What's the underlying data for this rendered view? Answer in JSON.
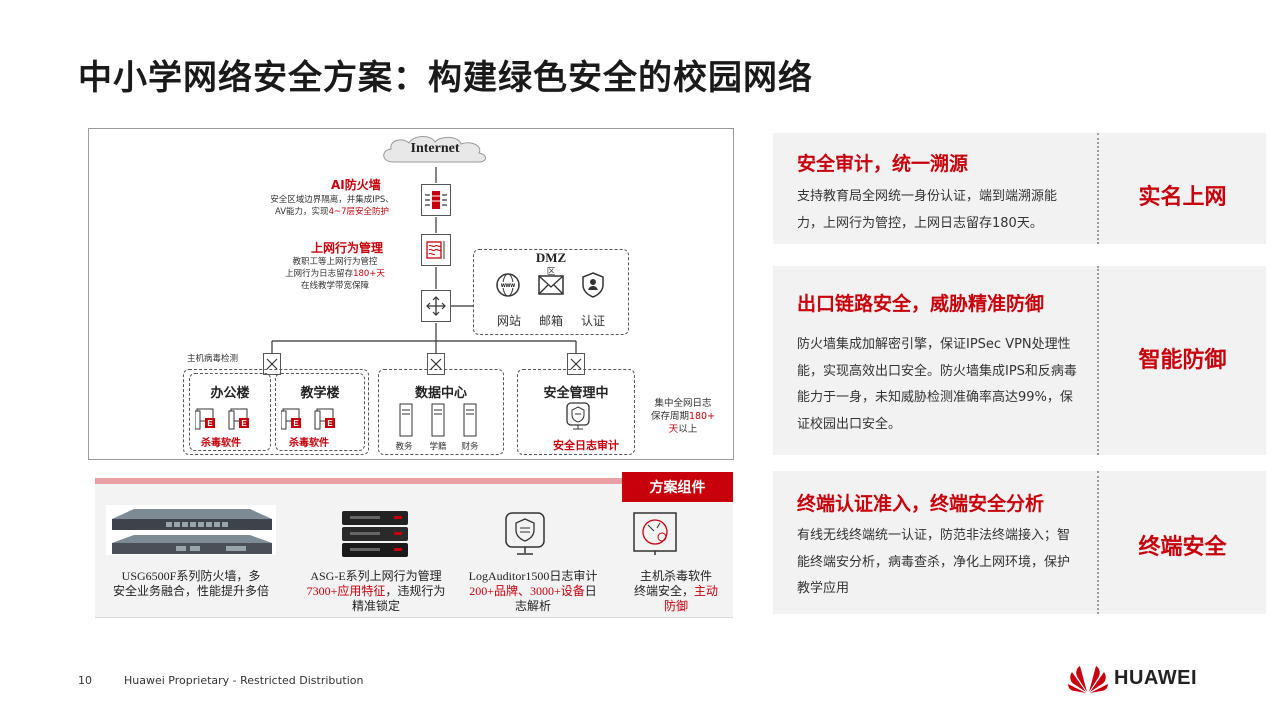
{
  "title": "中小学网络安全方案：构建绿色安全的校园网络",
  "diagram": {
    "internet": "Internet",
    "firewall": {
      "title": "AI防火墙",
      "line1": "安全区域边界隔离，并集成IPS、",
      "line2_a": "AV能力，实现",
      "line2_b": "4~7层安全防护"
    },
    "behavior": {
      "title": "上网行为管理",
      "line1": "教职工等上网行为管控",
      "line2_a": "上网行为日志留存",
      "line2_b": "180+天",
      "line3": "在线教学带宽保障"
    },
    "dmz": {
      "title": "DMZ",
      "subtitle": "区",
      "items": [
        "网站",
        "邮箱",
        "认证"
      ]
    },
    "host_detect": "主机病毒检测",
    "office": {
      "title": "办公楼",
      "av": "杀毒软件"
    },
    "teaching": {
      "title": "教学楼",
      "av": "杀毒软件"
    },
    "datacenter": {
      "title": "数据中心",
      "servers": [
        "教务",
        "学籍",
        "财务"
      ]
    },
    "secmgmt": {
      "title": "安全管理中",
      "log": "安全日志审计"
    },
    "log_note": {
      "line1": "集中全网日志",
      "line2_a": "保存周期",
      "line2_b": "180+",
      "line3_a": "天",
      "line3_b": "以上"
    }
  },
  "components": {
    "tab": "方案组件",
    "items": [
      {
        "line1": "USG6500F系列防火墙，多",
        "line2": "安全业务融合，性能提升多倍"
      },
      {
        "line1": "ASG-E系列上网行为管理",
        "line2_hl": "7300+应用特征",
        "line2": "，违规行为",
        "line3": "精准锁定"
      },
      {
        "line1": "LogAuditor1500日志审计",
        "line2_hl": "200+品牌、3000+设备",
        "line2": "日",
        "line3": "志解析"
      },
      {
        "line1": "主机杀毒软件",
        "line2": "终端安全，",
        "line2_hl": "主动",
        "line3_hl": "防御"
      }
    ]
  },
  "panels": [
    {
      "title": "安全审计，统一溯源",
      "desc": "支持教育局全网统一身份认证，端到端溯源能力，上网行为管控，上网日志留存180天。",
      "tag": "实名上网"
    },
    {
      "title": "出口链路安全，威胁精准防御",
      "desc": "防火墙集成加解密引擎，保证IPSec VPN处理性能，实现高效出口安全。防火墙集成IPS和反病毒能力于一身，未知威胁检测准确率高达99%，保证校园出口安全。",
      "tag": "智能防御"
    },
    {
      "title": "终端认证准入，终端安全分析",
      "desc": "有线无线终端统一认证，防范非法终端接入；智能终端安分析，病毒查杀，净化上网环境，保护教学应用",
      "tag": "终端安全"
    }
  ],
  "footer": {
    "page": "10",
    "text": "Huawei Proprietary - Restricted Distribution",
    "brand": "HUAWEI"
  },
  "colors": {
    "accent": "#c7000b"
  }
}
